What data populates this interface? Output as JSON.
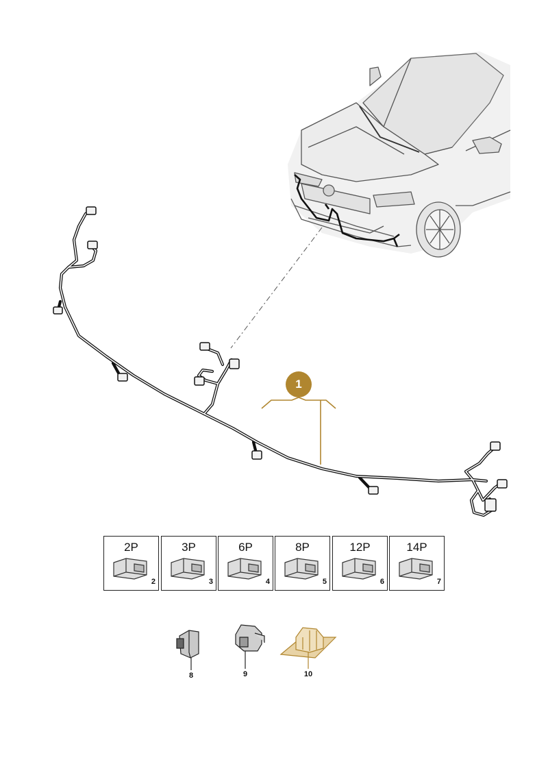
{
  "callout": {
    "label": "1"
  },
  "connectors": [
    {
      "pins": "2P",
      "num": "2"
    },
    {
      "pins": "3P",
      "num": "3"
    },
    {
      "pins": "6P",
      "num": "4"
    },
    {
      "pins": "8P",
      "num": "5"
    },
    {
      "pins": "12P",
      "num": "6"
    },
    {
      "pins": "14P",
      "num": "7"
    }
  ],
  "parts": [
    {
      "num": "8"
    },
    {
      "num": "9"
    },
    {
      "num": "10"
    }
  ],
  "colors": {
    "accent": "#b0862f",
    "highlight_fill": "#e8d3a6",
    "line": "#222222"
  }
}
